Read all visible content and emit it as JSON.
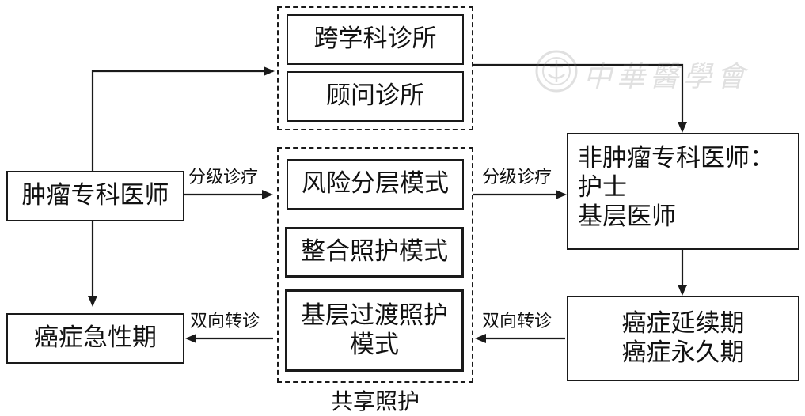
{
  "nodes": {
    "oncologist": "肿瘤专科医师",
    "acute_phase": "癌症急性期",
    "multidisciplinary_clinic": "跨学科诊所",
    "consultant_clinic": "顾问诊所",
    "risk_stratified_model": "风险分层模式",
    "integrated_care_model": "整合照护模式",
    "primary_transition_model_line1": "基层过渡照护",
    "primary_transition_model_line2": "模式",
    "non_oncology": {
      "line1": "非肿瘤专科医师：",
      "line2": "护士",
      "line3": "基层医师"
    },
    "extended_phase": {
      "line1": "癌症延续期",
      "line2": "癌症永久期"
    }
  },
  "edge_labels": {
    "tiered_referral_left": "分级诊疗",
    "tiered_referral_right": "分级诊疗",
    "two_way_referral_left": "双向转诊",
    "two_way_referral_right": "双向转诊"
  },
  "group_caption": "共享照护",
  "watermark": {
    "text": "中華醫學會",
    "icon": "society-seal-icon"
  },
  "colors": {
    "stroke": "#1a1a1a",
    "background": "#ffffff",
    "watermark": "#777777"
  }
}
